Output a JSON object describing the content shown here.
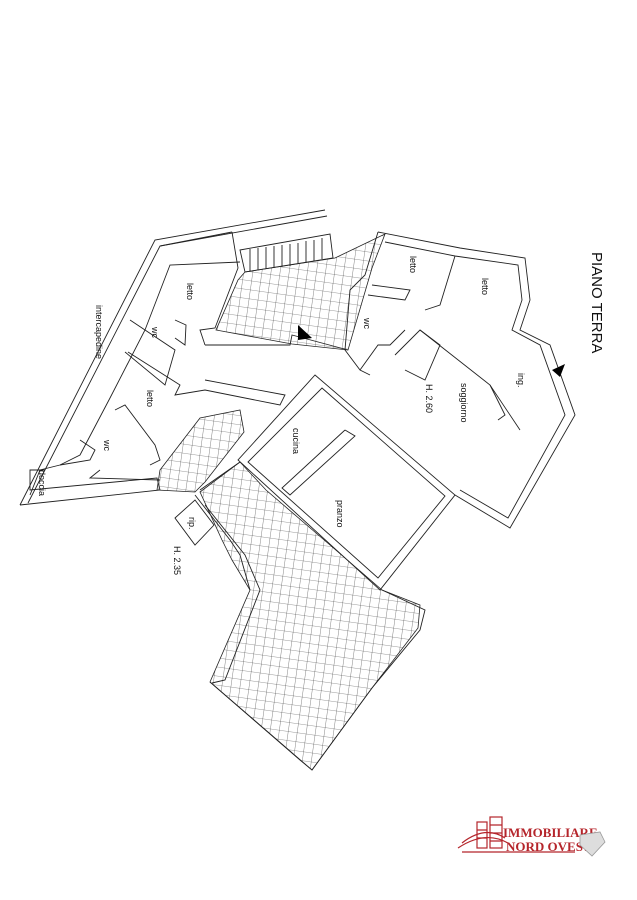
{
  "plan": {
    "title": "PIANO TERRA",
    "rooms": [
      {
        "id": "letto-1",
        "label": "letto"
      },
      {
        "id": "wc-1",
        "label": "wc"
      },
      {
        "id": "letto-2",
        "label": "letto"
      },
      {
        "id": "wc-2",
        "label": "wc"
      },
      {
        "id": "doccia",
        "label": "doccia"
      },
      {
        "id": "intercapedine",
        "label": "intercapedine"
      },
      {
        "id": "letto-3",
        "label": "letto"
      },
      {
        "id": "letto-4",
        "label": "letto"
      },
      {
        "id": "wc-3",
        "label": "wc"
      },
      {
        "id": "ingresso",
        "label": "ing."
      },
      {
        "id": "soggiorno",
        "label": "soggiorno"
      },
      {
        "id": "cucina",
        "label": "cucina"
      },
      {
        "id": "pranzo",
        "label": "pranzo"
      },
      {
        "id": "ripostiglio",
        "label": "rip."
      }
    ],
    "heights": {
      "main": "H. 2.60",
      "rear": "H. 2.35"
    }
  },
  "logo": {
    "line1": "IMMOBILIARE",
    "line2": "NORD OVEST",
    "color": "#b5252b"
  }
}
